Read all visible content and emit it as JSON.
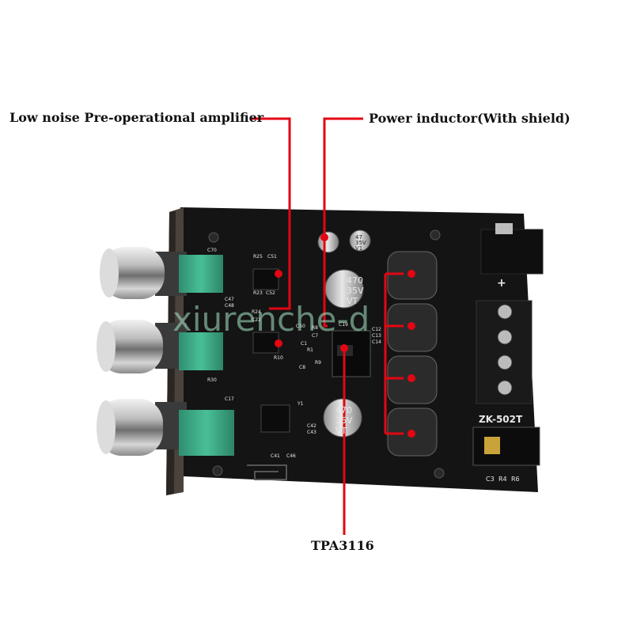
{
  "callouts": {
    "preamp": "Low noise Pre-operational amplifier",
    "inductor": "Power inductor(With shield)",
    "chip": "TPA3116"
  },
  "board": {
    "model": "ZK-502T",
    "cap_value_1": "470",
    "cap_value_2": "35V",
    "cap_value_3": "VT",
    "small_cap_1": "47",
    "small_cap_2": "35V",
    "small_cap_3": "V1",
    "jack_labels": [
      "C3",
      "R4",
      "R6"
    ],
    "polarity": "+",
    "silk": [
      "C70",
      "R25",
      "C51",
      "R23",
      "C52",
      "R24",
      "C22",
      "R10",
      "C50",
      "R8",
      "C1",
      "R1",
      "C7",
      "R9",
      "C8",
      "C19",
      "C12",
      "C13",
      "C14",
      "C41",
      "C46",
      "C42",
      "C43",
      "R30",
      "C17",
      "C47",
      "C48",
      "Y1"
    ]
  },
  "watermark": "xiurenche-d",
  "colors": {
    "leader_line": "#e30613",
    "pcb": "#141414",
    "knob_metal": "#c8c8c8",
    "pot_green": "#3aa985",
    "terminal_black": "#1a1a1a"
  }
}
